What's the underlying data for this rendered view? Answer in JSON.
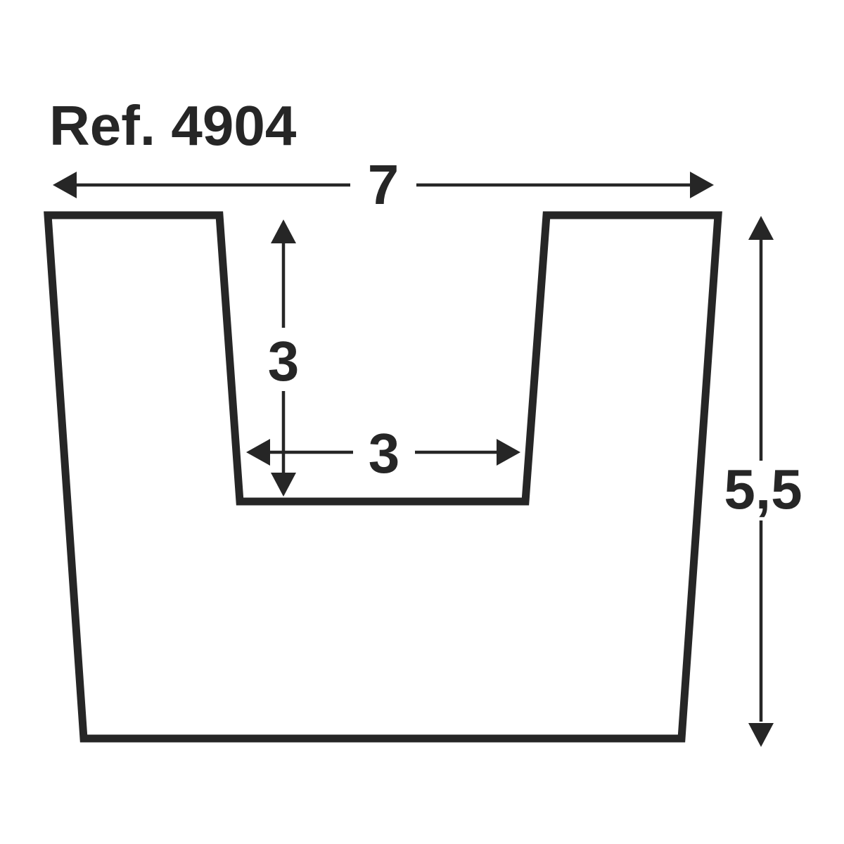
{
  "page": {
    "background_color": "#ffffff",
    "ink_color": "#262626"
  },
  "diagram": {
    "title": "Ref. 4904",
    "dimensions": {
      "overall_width": "7",
      "groove_depth": "3",
      "groove_width": "3",
      "overall_height": "5,5"
    }
  }
}
